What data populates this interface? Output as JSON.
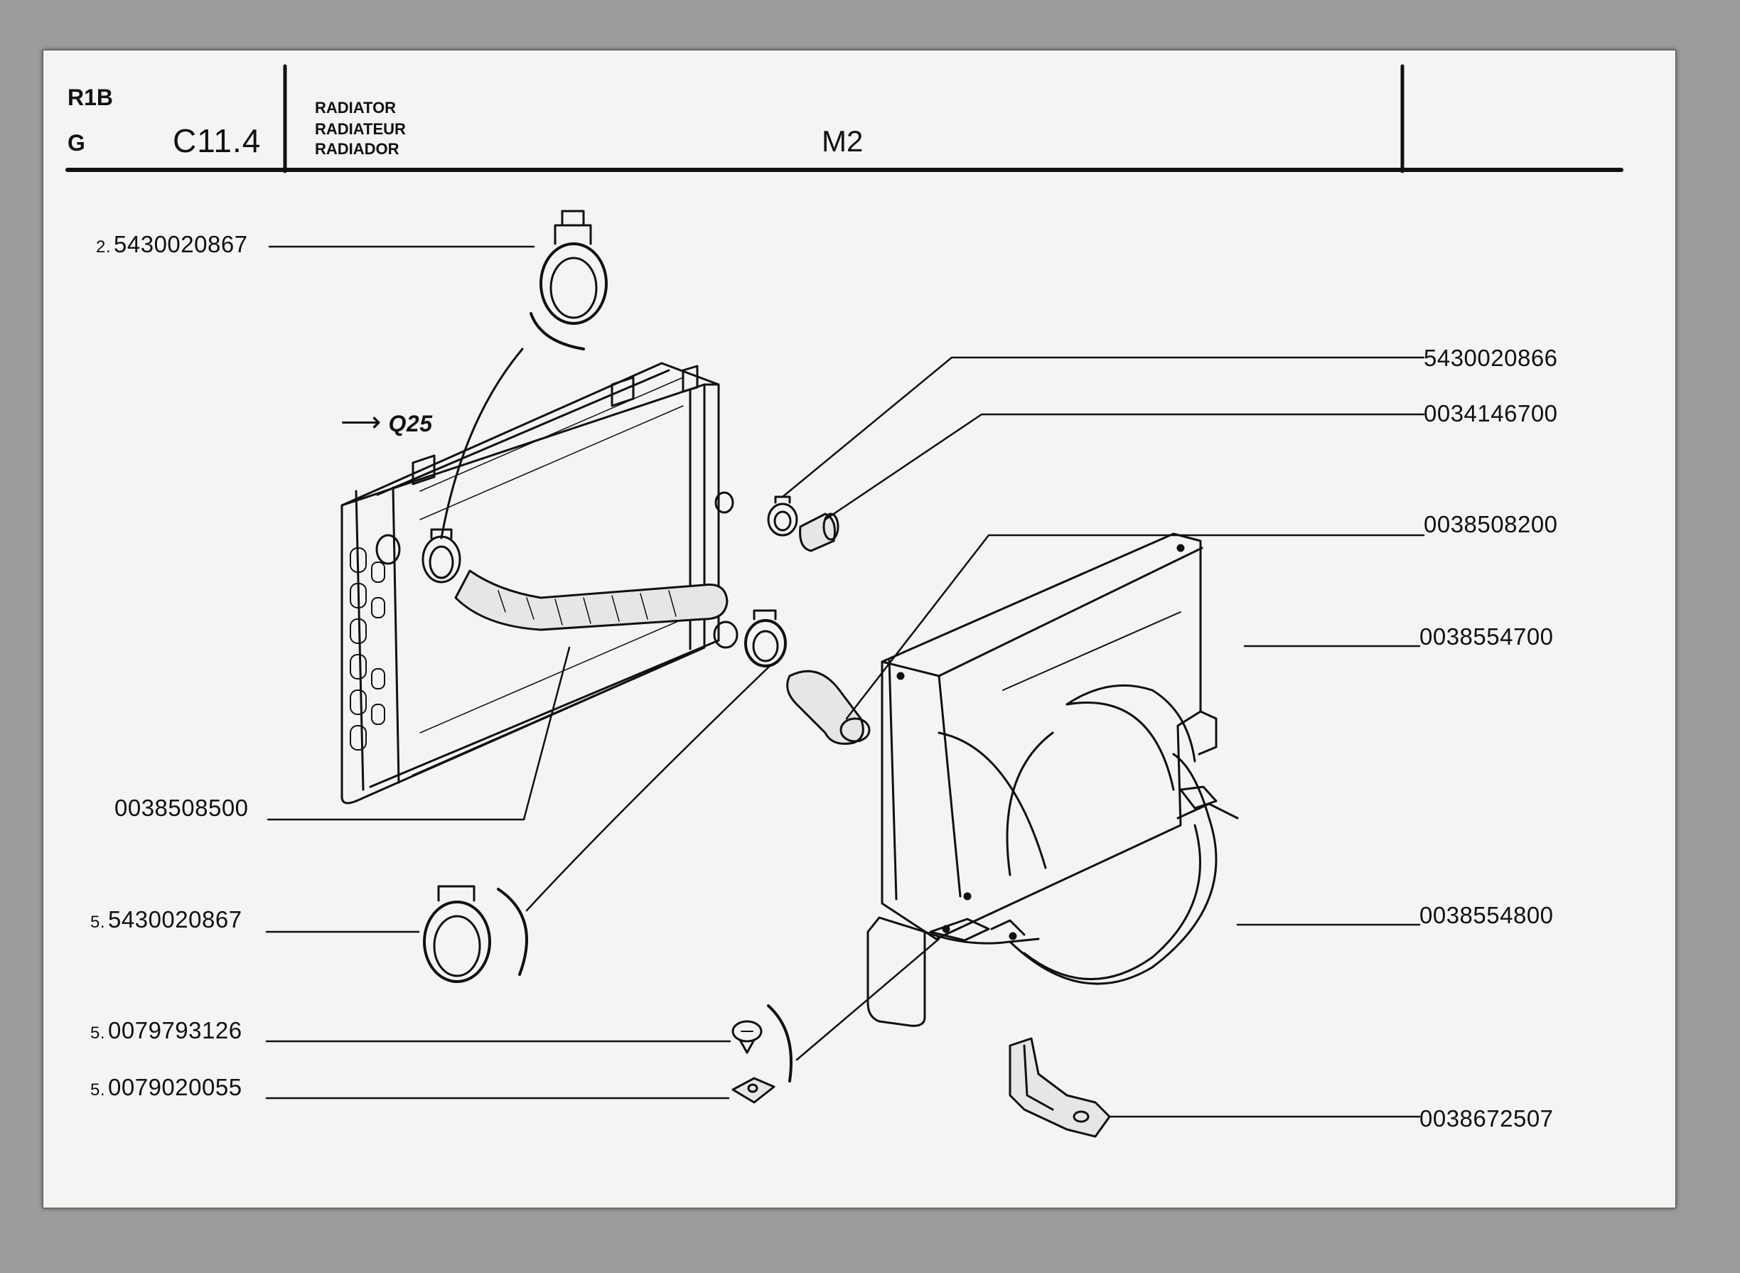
{
  "header": {
    "model": "R1B",
    "group": "G",
    "section": "C11.4",
    "titles": [
      "RADIATOR",
      "RADIATEUR",
      "RADIADOR"
    ],
    "model_code": "M2"
  },
  "cross_reference": {
    "arrow": "⟶",
    "label": "Q25"
  },
  "parts_left": [
    {
      "qty": "2.",
      "number": "5430020867"
    },
    {
      "qty": "",
      "number": "0038508500"
    },
    {
      "qty": "5.",
      "number": "5430020867"
    },
    {
      "qty": "5.",
      "number": "0079793126"
    },
    {
      "qty": "5.",
      "number": "0079020055"
    }
  ],
  "parts_right": [
    {
      "number": "5430020866"
    },
    {
      "number": "0034146700"
    },
    {
      "number": "0038508200"
    },
    {
      "number": "0038554700"
    },
    {
      "number": "0038554800"
    },
    {
      "number": "0038672507"
    }
  ],
  "colors": {
    "paper": "#f4f4f2",
    "ink": "#111111",
    "background": "#9c9c9c"
  }
}
